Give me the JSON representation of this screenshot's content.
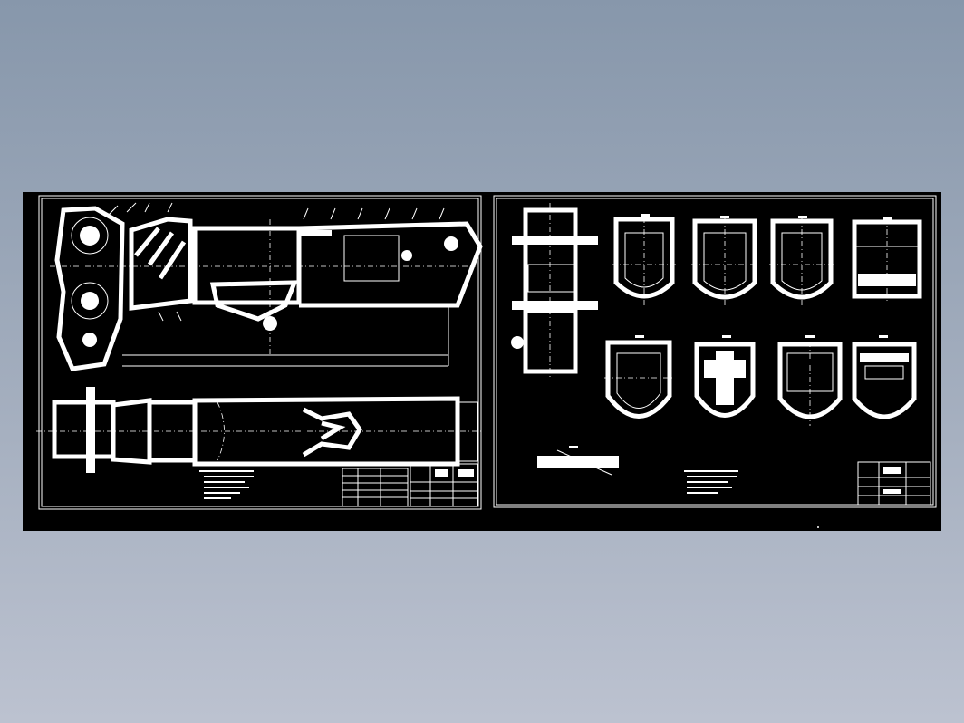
{
  "viewer": {
    "background": "#8f9cb0",
    "canvas_color": "#000000",
    "line_color": "#ffffff"
  },
  "sheets": [
    {
      "name": "sheet-assembly",
      "views": [
        "front-view",
        "top-view"
      ],
      "notes_lines": 6,
      "title_block": true
    },
    {
      "name": "sheet-sections",
      "section_profiles": 8,
      "notes_lines": 5,
      "title_block": true
    }
  ]
}
